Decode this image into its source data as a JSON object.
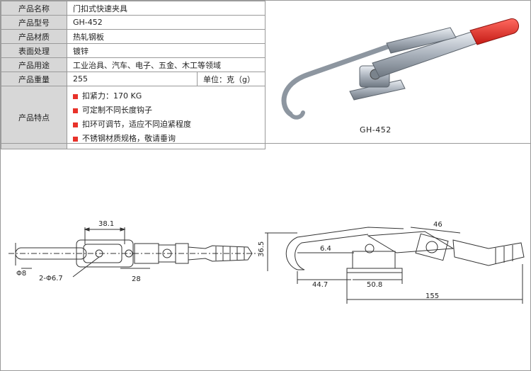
{
  "table": {
    "rows": [
      {
        "label": "产品名称",
        "value": "门扣式快速夹具"
      },
      {
        "label": "产品型号",
        "value": "GH-452"
      },
      {
        "label": "产品材质",
        "value": "热轧钢板"
      },
      {
        "label": "表面处理",
        "value": "镀锌"
      },
      {
        "label": "产品用途",
        "value": "工业治具、汽车、电子、五金、木工等领域"
      },
      {
        "label": "产品重量",
        "value": "255",
        "unit": "单位：克（g）"
      }
    ],
    "features_label": "产品特点",
    "features": [
      "扣紧力：170 KG",
      "可定制不同长度钩子",
      "扣环可调节，适应不同迫紧程度",
      "不锈钢材质规格，敬请垂询"
    ]
  },
  "photo": {
    "caption": "GH-452"
  },
  "drawing": {
    "top_view": {
      "dim_38_1": "38.1",
      "dim_phi8": "Φ8",
      "dim_2phi6_7": "2-Φ6.7",
      "dim_28": "28"
    },
    "side_view": {
      "dim_46": "46",
      "dim_36_5": "36.5",
      "dim_6_4": "6.4",
      "dim_44_7": "44.7",
      "dim_50_8": "50.8",
      "dim_155": "155"
    }
  },
  "colors": {
    "handle": "#e52a2a",
    "line": "#333333",
    "label_bg": "#d7d7d7"
  }
}
